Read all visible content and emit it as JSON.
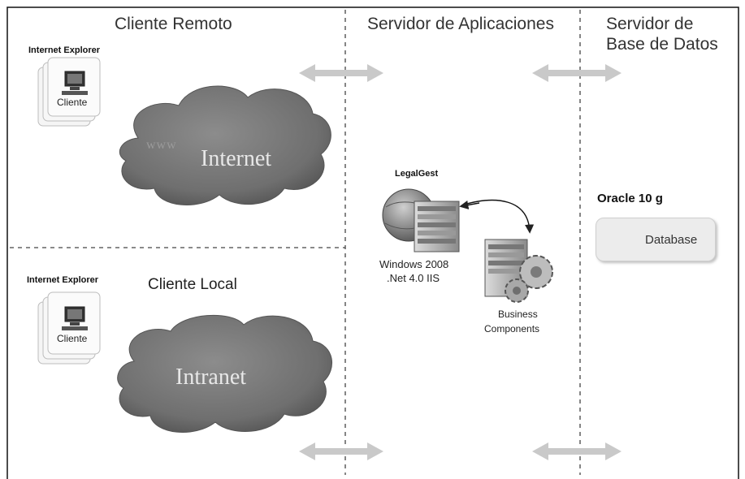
{
  "columns": {
    "remote_client": "Cliente Remoto",
    "app_server": "Servidor de Aplicaciones",
    "db_server_line1": "Servidor de",
    "db_server_line2": "Base de Datos"
  },
  "remote": {
    "browser_label": "Internet Explorer",
    "client_label": "Cliente",
    "cloud_label": "Internet",
    "cloud_prefix": "www"
  },
  "local": {
    "section_title": "Cliente Local",
    "browser_label": "Internet Explorer",
    "client_label": "Cliente",
    "cloud_label": "Intranet"
  },
  "app_server": {
    "app_name": "LegalGest",
    "platform_line1": "Windows 2008",
    "platform_line2": ".Net 4.0 IIS",
    "components_line1": "Business",
    "components_line2": "Components"
  },
  "database": {
    "product": "Oracle 10 g",
    "box_label": "Database"
  },
  "colors": {
    "arrow": "#c9c9c9",
    "cloud": "#7a7a7a",
    "divider": "#555555"
  }
}
